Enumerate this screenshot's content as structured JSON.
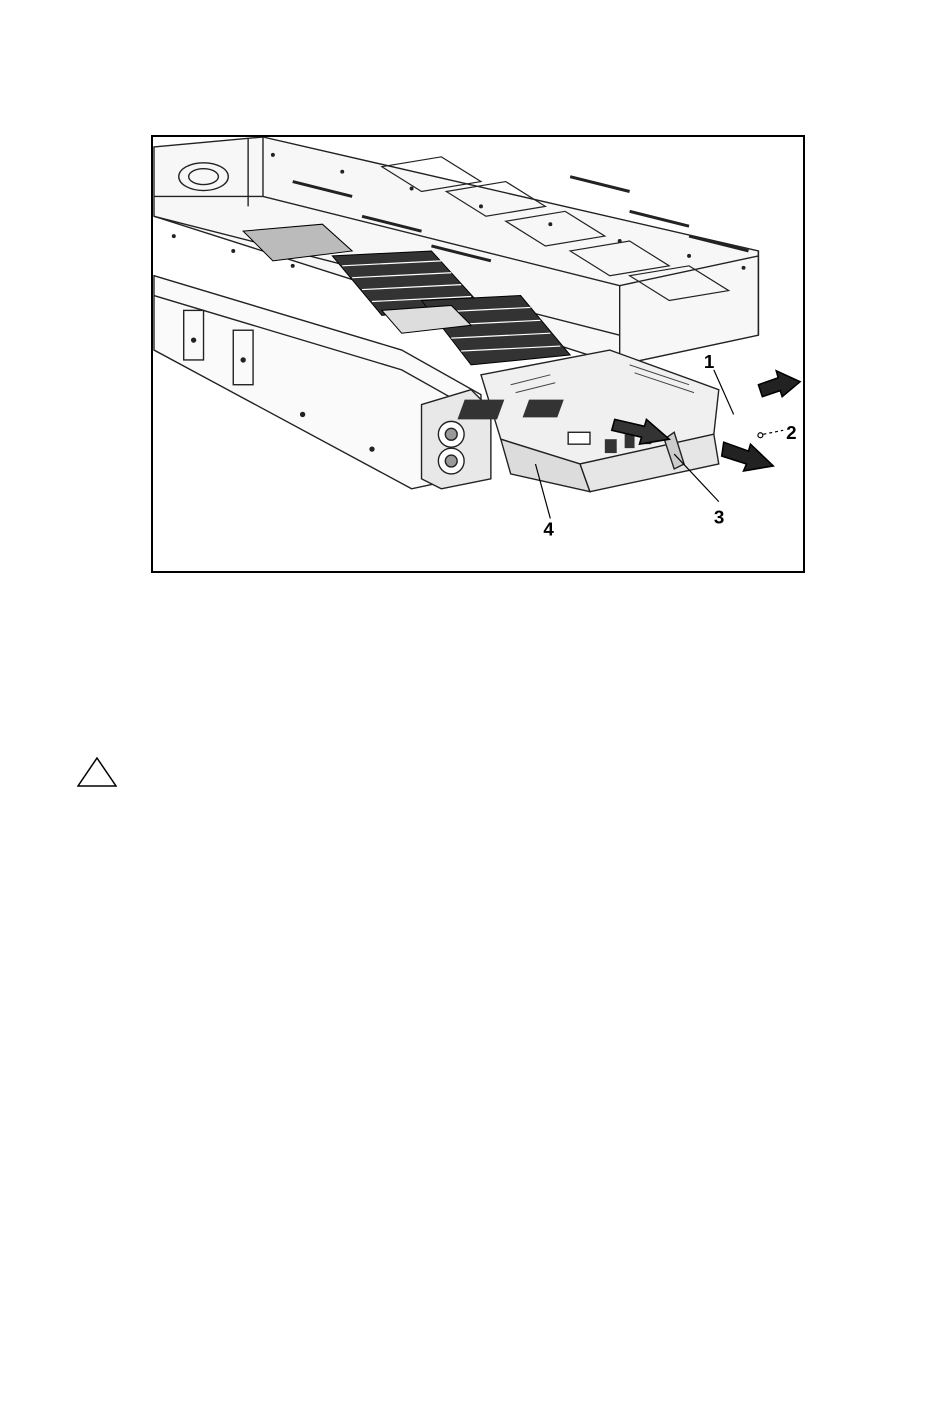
{
  "figure": {
    "callouts": [
      "1",
      "2",
      "3",
      "4"
    ]
  },
  "caution": {
    "icon": "caution-triangle-icon"
  }
}
